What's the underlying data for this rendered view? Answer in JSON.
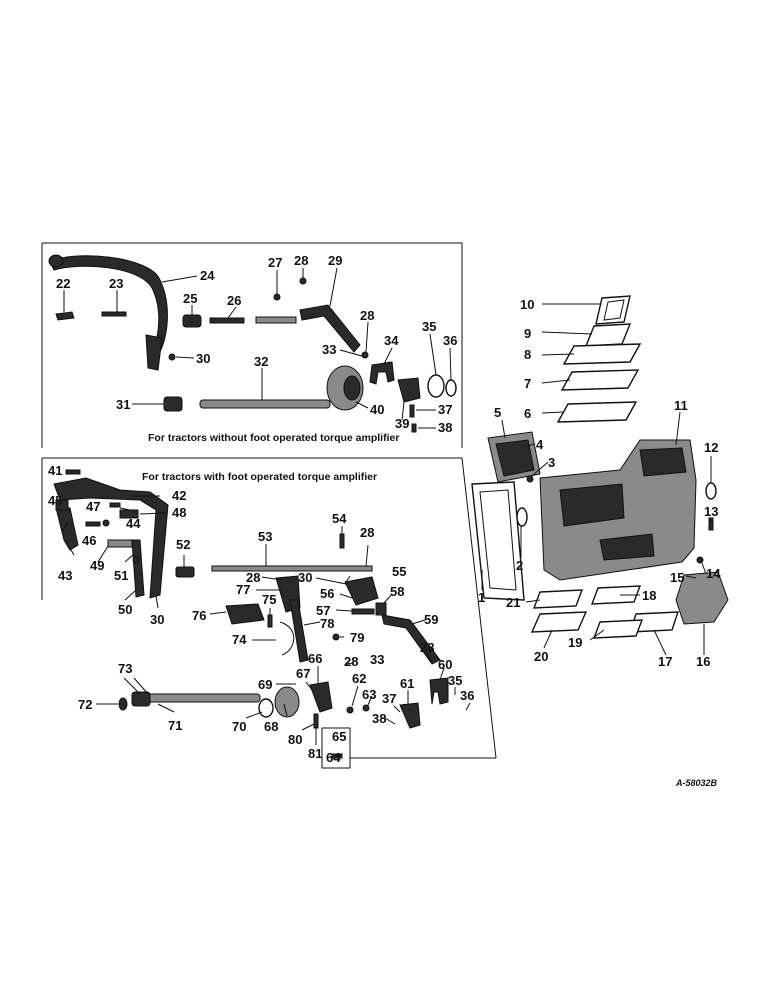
{
  "captions": {
    "without_amplifier": "For tractors without foot operated torque amplifier",
    "with_amplifier": "For tractors with foot operated torque amplifier"
  },
  "reference": "A-58032B",
  "labels": [
    "1",
    "2",
    "3",
    "4",
    "5",
    "6",
    "7",
    "8",
    "9",
    "10",
    "11",
    "12",
    "13",
    "14",
    "15",
    "16",
    "17",
    "18",
    "19",
    "20",
    "21",
    "22",
    "23",
    "24",
    "25",
    "26",
    "27",
    "28",
    "29",
    "30",
    "31",
    "32",
    "33",
    "34",
    "35",
    "36",
    "37",
    "38",
    "39",
    "40",
    "41",
    "42",
    "43",
    "44",
    "45",
    "46",
    "47",
    "48",
    "49",
    "50",
    "51",
    "52",
    "53",
    "54",
    "55",
    "56",
    "57",
    "58",
    "59",
    "60",
    "61",
    "62",
    "63",
    "64",
    "65",
    "66",
    "67",
    "68",
    "69",
    "70",
    "71",
    "72",
    "73",
    "74",
    "75",
    "76",
    "77",
    "78",
    "79",
    "80",
    "81"
  ]
}
